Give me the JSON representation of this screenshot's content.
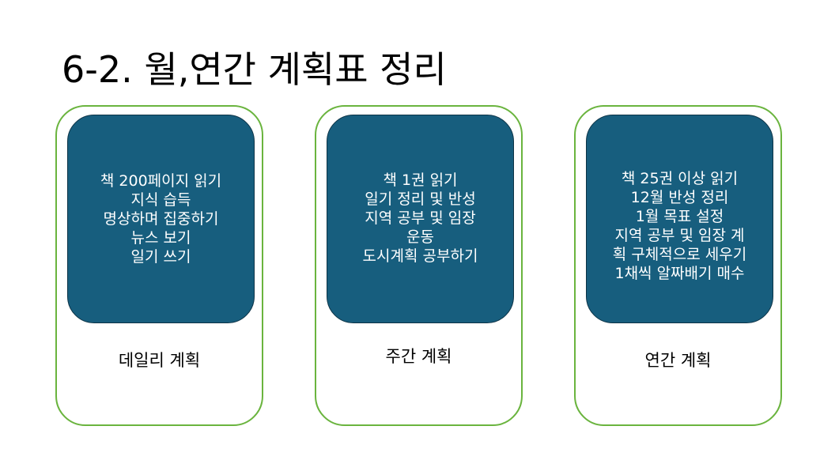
{
  "title": "6-2. 월,연간 계획표 정리",
  "cards": [
    {
      "label": "데일리 계획",
      "lines": [
        "책 200페이지 읽기",
        "지식 습득",
        "명상하며 집중하기",
        "뉴스 보기",
        "일기 쓰기"
      ]
    },
    {
      "label": "주간 계획",
      "lines": [
        "책 1권 읽기",
        "일기 정리 및 반성",
        "지역 공부 및 임장",
        "운동",
        "도시계획 공부하기"
      ]
    },
    {
      "label": "연간 계획",
      "lines": [
        "책 25권 이상 읽기",
        "12월 반성 정리",
        "1월 목표 설정",
        "지역 공부 및 임장 계",
        "획 구체적으로 세우기",
        "1채씩 알짜배기 매수"
      ]
    }
  ],
  "colors": {
    "box": "#175e7e",
    "outline": "#6ab43e"
  }
}
